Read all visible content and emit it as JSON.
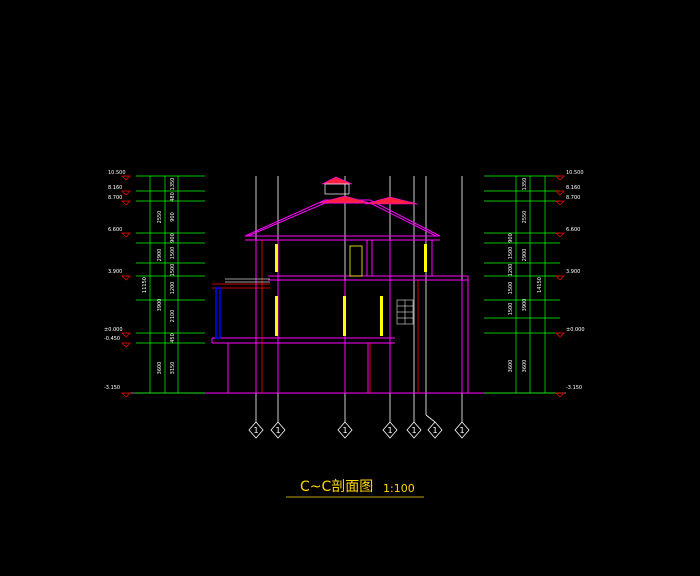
{
  "title": "C~C剖面图",
  "scale": "1:100",
  "left_levels": [
    "10.500",
    "8.160",
    "8.700",
    "6.600",
    "3.900",
    "±0.000",
    "-0.450",
    "-3.150"
  ],
  "right_levels": [
    "10.500",
    "8.160",
    "8.700",
    "6.600",
    "3.900",
    "±0.000",
    "-3.150"
  ],
  "left_dims": {
    "total": "11150",
    "inner_a": [
      "2550",
      "2900",
      "3900",
      "3600"
    ],
    "inner_b": [
      "1350",
      "900",
      "1500",
      "1500",
      "1200",
      "2100",
      "3150"
    ],
    "inner_c": [
      "480",
      "900",
      "450"
    ]
  },
  "right_dims": {
    "total": "14150",
    "inner_a": [
      "1350",
      "2550",
      "2900",
      "3900",
      "3600"
    ],
    "inner_b": [
      "900",
      "1500",
      "1200",
      "1500",
      "1500",
      "3600"
    ]
  },
  "axis_labels": [
    "1",
    "1",
    "1",
    "1",
    "1",
    "1",
    "1"
  ],
  "colors": {
    "background": "#000000",
    "wall": "#ff00ff",
    "window": "#ffff00",
    "dimension": "#00ff00",
    "axis": "#ffffff",
    "marker": "#ff0000",
    "title": "#ffd700",
    "roof": "#ff2040",
    "glass_column": "#0000ff"
  }
}
